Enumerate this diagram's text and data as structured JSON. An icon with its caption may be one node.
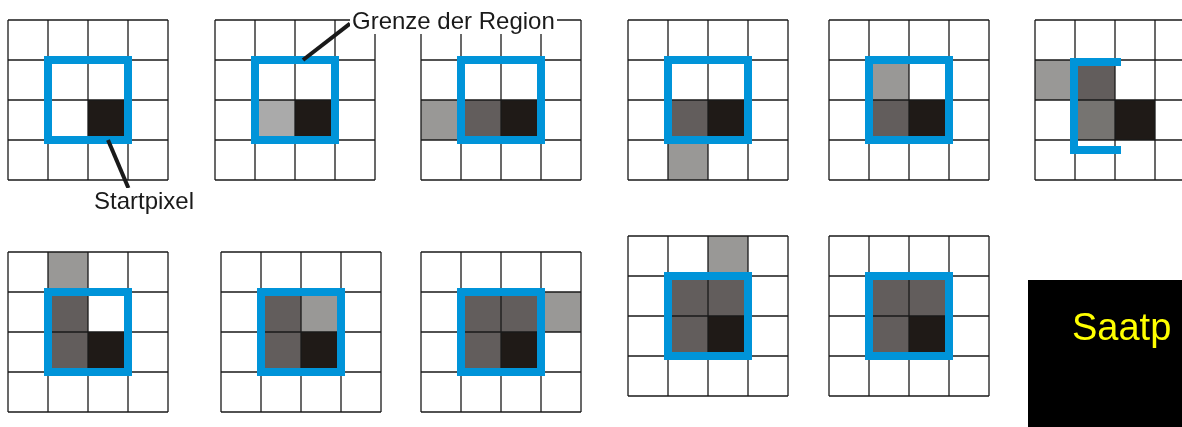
{
  "diagram": {
    "nodes": [
      {
        "text": [
          "Grenze der Region"
        ]
      },
      {
        "text": [],
        "shape": "box"
      },
      {
        "text": [],
        "shape": "box"
      },
      {
        "text": [
          "Startpixel"
        ]
      },
      {
        "text": [
          "Saatp"
        ]
      }
    ],
    "edges": [
      {
        "from": 0,
        "to": 1,
        "arrow": "none"
      },
      {
        "from": 3,
        "to": 2,
        "arrow": "none"
      }
    ]
  }
}
